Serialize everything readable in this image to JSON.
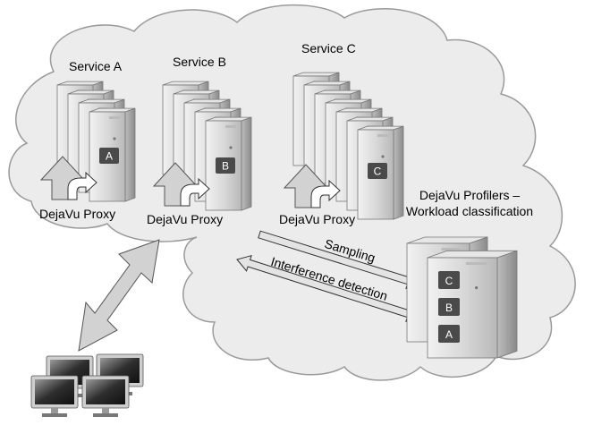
{
  "services": [
    {
      "name": "Service A",
      "server_letter": "A",
      "proxy_label": "DejaVu Proxy",
      "server_count": 4
    },
    {
      "name": "Service B",
      "server_letter": "B",
      "proxy_label": "DejaVu Proxy",
      "server_count": 5
    },
    {
      "name": "Service C",
      "server_letter": "C",
      "proxy_label": "DejaVu Proxy",
      "server_count": 7
    }
  ],
  "profilers": {
    "title_line1": "DejaVu Profilers –",
    "title_line2": "Workload classification",
    "slot_letters": [
      "C",
      "B",
      "A"
    ]
  },
  "arrows": {
    "sampling": "Sampling",
    "interference": "Interference detection"
  },
  "colors": {
    "cloud_fill": "#ececec",
    "cloud_stroke": "#9a9a9a",
    "arrow_fill": "#d2d2d2",
    "server_front": "#d9d9d9",
    "server_side": "#a9a9a9",
    "tag_fill": "#4a4a4a"
  },
  "icons": [
    "cloud-icon",
    "server-rack-icon",
    "proxy-arrow-icon",
    "desktop-client-icon",
    "double-arrow-icon"
  ]
}
